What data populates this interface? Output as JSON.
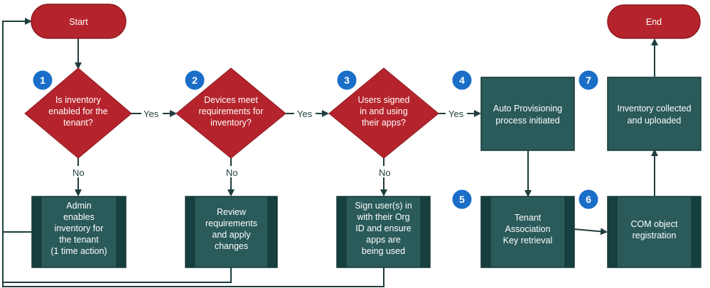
{
  "nodes": {
    "start": {
      "label": "Start"
    },
    "end": {
      "label": "End"
    },
    "decision1": {
      "lines": [
        "Is inventory",
        "enabled for the",
        "tenant?"
      ]
    },
    "decision2": {
      "lines": [
        "Devices meet",
        "requirements for",
        "inventory?"
      ]
    },
    "decision3": {
      "lines": [
        "Users signed",
        "in and using",
        "their apps?"
      ]
    },
    "admin": {
      "lines": [
        "Admin",
        "enables",
        "inventory for",
        "the tenant",
        "(1 time action)"
      ]
    },
    "review": {
      "lines": [
        "Review",
        "requirements",
        "and apply",
        "changes"
      ]
    },
    "signin": {
      "lines": [
        "Sign user(s) in",
        "with their Org",
        "ID and ensure",
        "apps are",
        "being used"
      ]
    },
    "auto": {
      "lines": [
        "Auto Provisioning",
        "process initiated"
      ]
    },
    "tenant": {
      "lines": [
        "Tenant",
        "Association",
        "Key retrieval"
      ]
    },
    "com": {
      "lines": [
        "COM object",
        "registration"
      ]
    },
    "inventory": {
      "lines": [
        "Inventory collected",
        "and uploaded"
      ]
    }
  },
  "edge_labels": {
    "yes": "Yes",
    "no": "No"
  },
  "steps": [
    "1",
    "2",
    "3",
    "4",
    "5",
    "6",
    "7"
  ],
  "colors": {
    "terminal": "#b5242c",
    "terminal_stroke": "#8c1a20",
    "decision": "#b5242c",
    "process": "#2a5a5a",
    "process_stroke": "#163636",
    "subprocess_bar": "#163f3f",
    "connector": "#1f3d3d",
    "badge": "#1a6ec7"
  }
}
